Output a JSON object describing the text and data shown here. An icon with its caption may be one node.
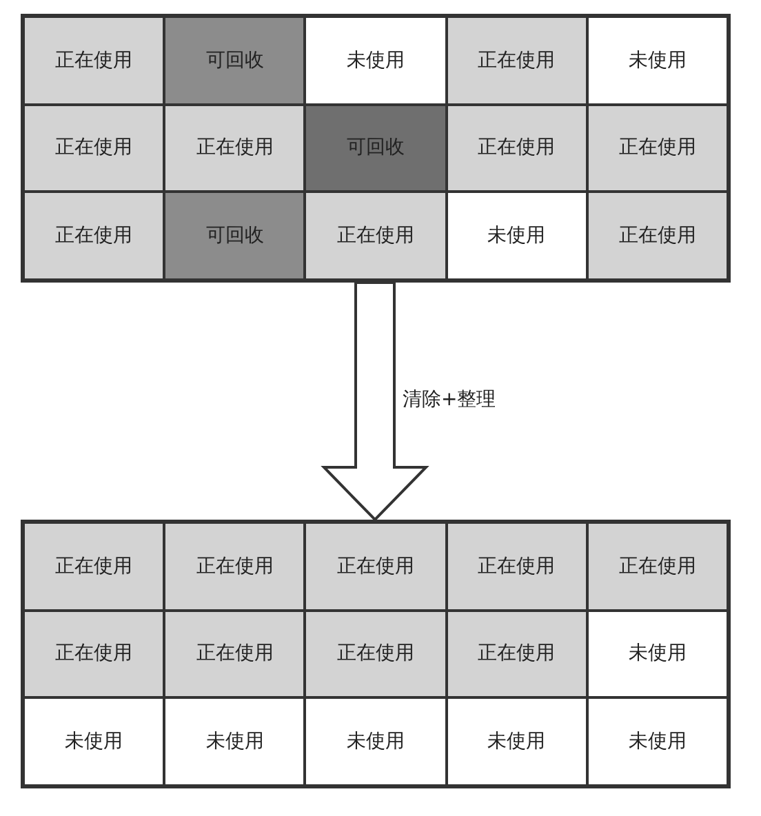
{
  "diagram": {
    "nodes": [
      {
        "text": [],
        "shape": "box"
      },
      {
        "text": [
          "正在使用"
        ],
        "in": 0
      },
      {
        "text": [
          "可回收"
        ],
        "in": 0
      },
      {
        "text": [
          "未使用"
        ],
        "in": 0
      },
      {
        "text": [
          "正在使用"
        ],
        "in": 0
      },
      {
        "text": [
          "未使用"
        ],
        "in": 0
      },
      {
        "text": [
          "正在使用"
        ],
        "in": 0
      },
      {
        "text": [
          "正在使用"
        ],
        "in": 0
      },
      {
        "text": [
          "可回收"
        ],
        "in": 0
      },
      {
        "text": [
          "正在使用"
        ],
        "in": 0
      },
      {
        "text": [
          "正在使用"
        ],
        "in": 0
      },
      {
        "text": [
          "正在使用"
        ],
        "in": 0
      },
      {
        "text": [
          "可回收"
        ],
        "in": 0
      },
      {
        "text": [
          "正在使用"
        ],
        "in": 0
      },
      {
        "text": [
          "未使用"
        ],
        "in": 0
      },
      {
        "text": [
          "正在使用"
        ],
        "in": 0
      },
      {
        "text": [],
        "shape": "box"
      },
      {
        "text": [
          "正在使用"
        ],
        "in": 16
      },
      {
        "text": [
          "正在使用"
        ],
        "in": 16
      },
      {
        "text": [
          "正在使用"
        ],
        "in": 16
      },
      {
        "text": [
          "正在使用"
        ],
        "in": 16
      },
      {
        "text": [
          "正在使用"
        ],
        "in": 16
      },
      {
        "text": [
          "正在使用"
        ],
        "in": 16
      },
      {
        "text": [
          "正在使用"
        ],
        "in": 16
      },
      {
        "text": [
          "正在使用"
        ],
        "in": 16
      },
      {
        "text": [
          "正在使用"
        ],
        "in": 16
      },
      {
        "text": [
          "未使用"
        ],
        "in": 16
      },
      {
        "text": [
          "未使用"
        ],
        "in": 16
      },
      {
        "text": [
          "未使用"
        ],
        "in": 16
      },
      {
        "text": [
          "未使用"
        ],
        "in": 16
      },
      {
        "text": [
          "未使用"
        ],
        "in": 16
      },
      {
        "text": [
          "未使用"
        ],
        "in": 16
      }
    ],
    "edges": [
      {
        "from": 0,
        "to": 16,
        "arrow": "to",
        "label": "清除+整理"
      }
    ]
  }
}
